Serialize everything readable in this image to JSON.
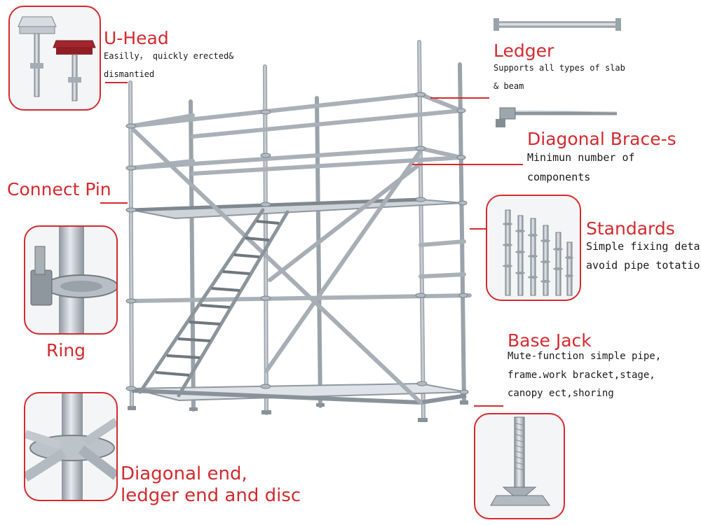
{
  "colors": {
    "accent": "#d42a2f",
    "text": "#1a1a1a",
    "steel": "#b9c0c7"
  },
  "labels": {
    "u_head": {
      "title": "U-Head",
      "line1": "Easilly， quickly erected&",
      "line2": "dismantied"
    },
    "ledger": {
      "title": "Ledger",
      "line1": "Supports all types of slab",
      "line2": "& beam"
    },
    "diagonal_brace": {
      "title": "Diagonal Brace-s",
      "line1": "Minimun number of",
      "line2": "components"
    },
    "connect_pin": {
      "title": "Connect Pin"
    },
    "standards": {
      "title": "Standards",
      "line1": "Simple fixing detail,",
      "line2": "avoid pipe totation"
    },
    "ring": {
      "title": "Ring"
    },
    "base_jack": {
      "title": "Base Jack",
      "line1": "Mute-function simple pipe,",
      "line2": "frame.work bracket,stage,",
      "line3": "canopy ect,shoring"
    },
    "diagonal_end": {
      "line1": "Diagonal end,",
      "line2": "ledger end and disc"
    }
  }
}
